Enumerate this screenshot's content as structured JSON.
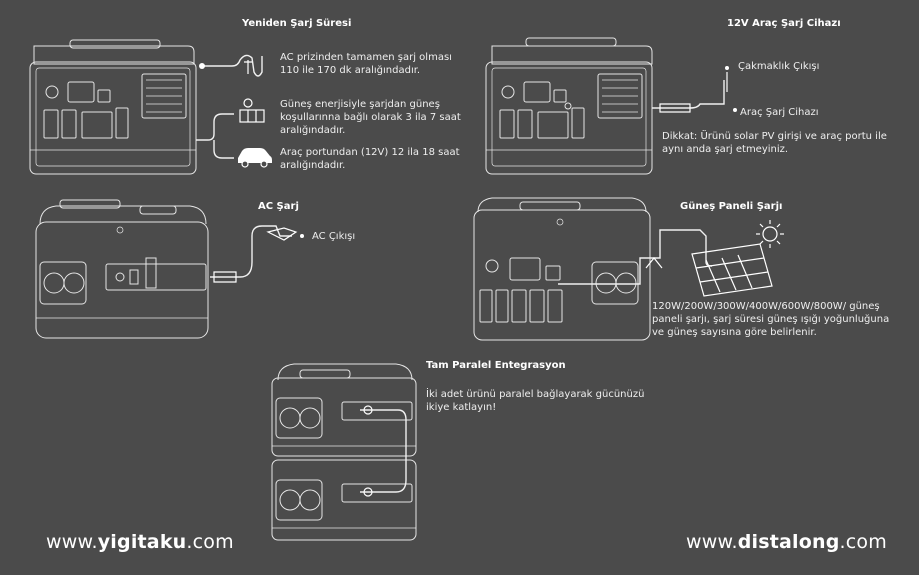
{
  "sections": {
    "recharge_time": {
      "title": "Yeniden Şarj Süresi",
      "ac_text": "AC prizinden tamamen şarj olması 110 ile 170 dk aralığındadır.",
      "solar_text": "Güneş enerjisiyle şarjdan güneş koşullarınna bağlı olarak 3 ila 7 saat aralığındadır.",
      "car_text": "Araç portundan (12V) 12 ila 18 saat aralığındadır."
    },
    "car_charger": {
      "title": "12V Araç Şarj Cihazı",
      "lighter_label": "Çakmaklık Çıkışı",
      "charger_label": "Araç Şarj Cihazı",
      "warning": "Dikkat: Ürünü solar PV girişi ve araç portu ile aynı anda şarj etmeyiniz."
    },
    "ac_charging": {
      "title": "AC Şarj",
      "outlet_label": "AC Çıkışı"
    },
    "solar_charging": {
      "title": "Güneş Paneli Şarjı",
      "text": "120W/200W/300W/400W/600W/800W/ güneş paneli şarjı, şarj süresi güneş ışığı yoğunluğuna ve güneş sayısına göre belirlenir."
    },
    "parallel": {
      "title": "Tam Paralel Entegrasyon",
      "text": "İki adet ürünü paralel bağlayarak gücünüzü ikiye katlayın!"
    }
  },
  "footer": {
    "left_prefix": "www.",
    "left_brand": "yigitaku",
    "left_suffix": ".com",
    "right_prefix": "www.",
    "right_brand": "distalong",
    "right_suffix": ".com"
  },
  "colors": {
    "background": "#4b4b4b",
    "line_art": "#e6e6e6",
    "text": "#efefef"
  }
}
